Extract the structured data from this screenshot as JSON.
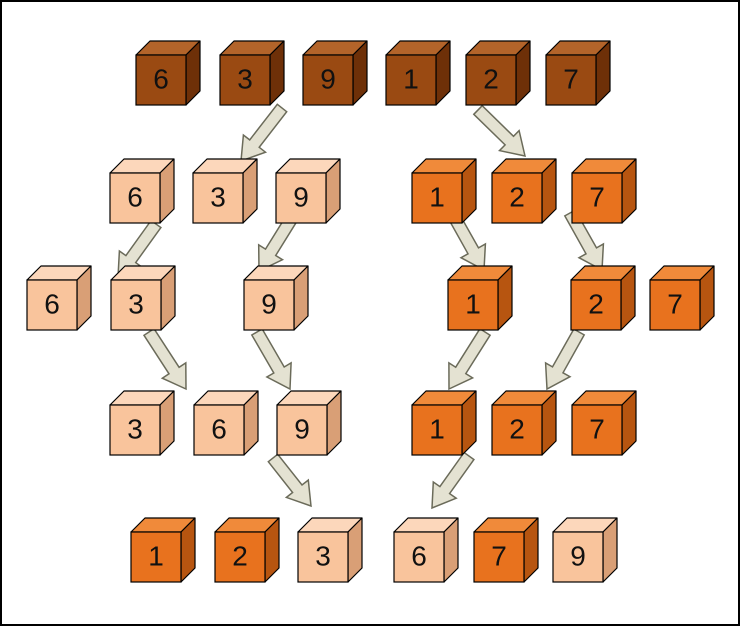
{
  "colors": {
    "dark": {
      "front": "#9a4a12",
      "top": "#b3642a",
      "side": "#6e3008"
    },
    "orange": {
      "front": "#e8721e",
      "top": "#f08a3a",
      "side": "#b75510"
    },
    "light": {
      "front": "#f9c49c",
      "top": "#fcd7bb",
      "side": "#d99f76"
    },
    "arrow_fill": "#e4e2d2",
    "arrow_stroke": "#6b6b5a",
    "frame": "#000000"
  },
  "rows": [
    {
      "name": "input",
      "cubes": [
        {
          "label": "6",
          "color": "dark"
        },
        {
          "label": "3",
          "color": "dark"
        },
        {
          "label": "9",
          "color": "dark"
        },
        {
          "label": "1",
          "color": "dark"
        },
        {
          "label": "2",
          "color": "dark"
        },
        {
          "label": "7",
          "color": "dark"
        }
      ]
    },
    {
      "name": "split-halves",
      "cubes": [
        {
          "label": "6",
          "color": "light"
        },
        {
          "label": "3",
          "color": "light"
        },
        {
          "label": "9",
          "color": "light"
        },
        {
          "label": "1",
          "color": "orange"
        },
        {
          "label": "2",
          "color": "orange"
        },
        {
          "label": "7",
          "color": "orange"
        }
      ]
    },
    {
      "name": "split-singles",
      "cubes": [
        {
          "label": "6",
          "color": "light"
        },
        {
          "label": "3",
          "color": "light"
        },
        {
          "label": "9",
          "color": "light"
        },
        {
          "label": "1",
          "color": "orange"
        },
        {
          "label": "2",
          "color": "orange"
        },
        {
          "label": "7",
          "color": "orange"
        }
      ]
    },
    {
      "name": "sorted-halves",
      "cubes": [
        {
          "label": "3",
          "color": "light"
        },
        {
          "label": "6",
          "color": "light"
        },
        {
          "label": "9",
          "color": "light"
        },
        {
          "label": "1",
          "color": "orange"
        },
        {
          "label": "2",
          "color": "orange"
        },
        {
          "label": "7",
          "color": "orange"
        }
      ]
    },
    {
      "name": "merged-output",
      "cubes": [
        {
          "label": "1",
          "color": "orange"
        },
        {
          "label": "2",
          "color": "orange"
        },
        {
          "label": "3",
          "color": "light"
        },
        {
          "label": "6",
          "color": "light"
        },
        {
          "label": "7",
          "color": "orange"
        },
        {
          "label": "9",
          "color": "light"
        }
      ]
    }
  ]
}
